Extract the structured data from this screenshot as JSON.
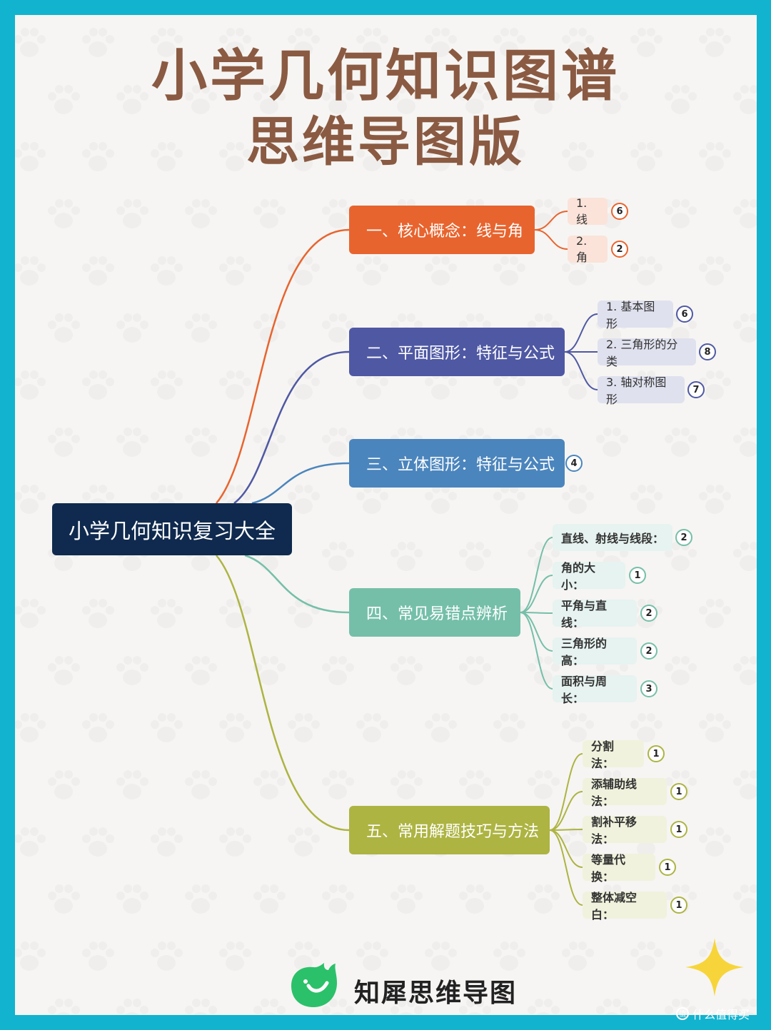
{
  "title": {
    "line1": "小学几何知识图谱",
    "line2": "思维导图版"
  },
  "root": {
    "label": "小学几何知识复习大全"
  },
  "branches": [
    {
      "label": "一、核心概念：线与角",
      "color": "#e8642e",
      "leaves": [
        {
          "label": "1. 线",
          "count": "6"
        },
        {
          "label": "2. 角",
          "count": "2"
        }
      ]
    },
    {
      "label": "二、平面图形：特征与公式",
      "color": "#4f58a3",
      "leaves": [
        {
          "label": "1. 基本图形",
          "count": "6"
        },
        {
          "label": "2. 三角形的分类",
          "count": "8"
        },
        {
          "label": "3. 轴对称图形",
          "count": "7"
        }
      ]
    },
    {
      "label": "三、立体图形：特征与公式",
      "color": "#4b85bd",
      "count": "4",
      "leaves": []
    },
    {
      "label": "四、常见易错点辨析",
      "color": "#75bfa9",
      "leaves": [
        {
          "label": "直线、射线与线段：",
          "count": "2"
        },
        {
          "label": "角的大小：",
          "count": "1"
        },
        {
          "label": "平角与直线：",
          "count": "2"
        },
        {
          "label": "三角形的高：",
          "count": "2"
        },
        {
          "label": "面积与周长：",
          "count": "3"
        }
      ]
    },
    {
      "label": "五、常用解题技巧与方法",
      "color": "#adb442",
      "leaves": [
        {
          "label": "分割法：",
          "count": "1"
        },
        {
          "label": "添辅助线法：",
          "count": "1"
        },
        {
          "label": "割补平移法：",
          "count": "1"
        },
        {
          "label": "等量代换：",
          "count": "1"
        },
        {
          "label": "整体减空白：",
          "count": "1"
        }
      ]
    }
  ],
  "brand": {
    "name": "知犀思维导图"
  },
  "watermark": {
    "text": "什么值得买"
  },
  "icons": {
    "logo": "rhino-logo-icon",
    "sparkle": "sparkle-icon",
    "watermark": "smzdm-logo-icon",
    "background": "paw-print-icon"
  }
}
